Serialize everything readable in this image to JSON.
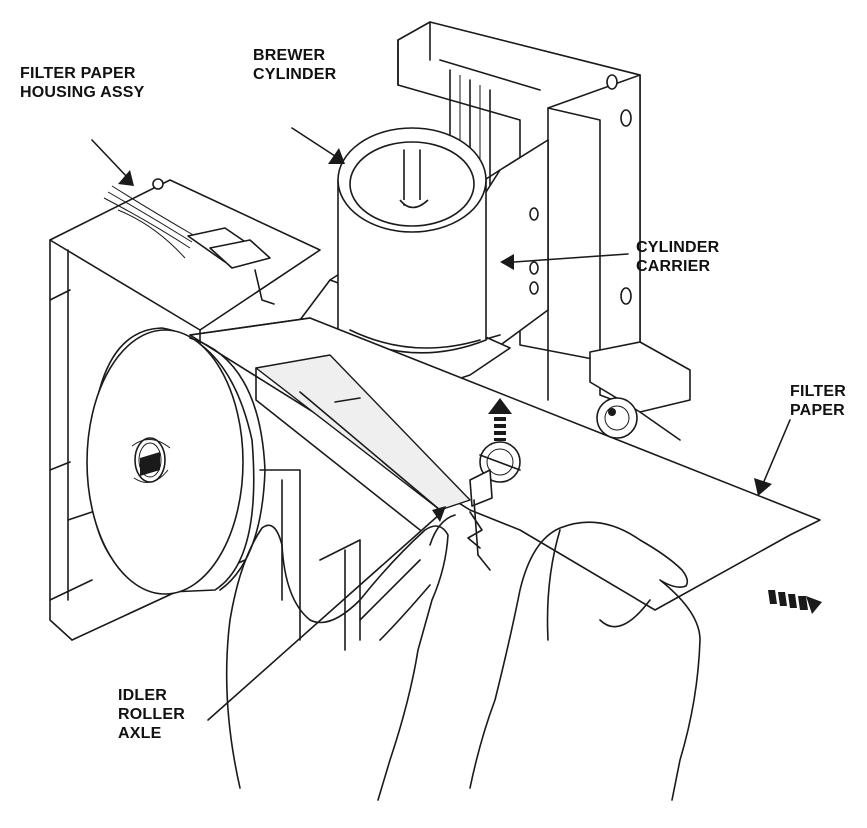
{
  "labels": {
    "filter_paper_housing": [
      "FILTER PAPER",
      "HOUSING ASSY"
    ],
    "brewer_cylinder": [
      "BREWER",
      "CYLINDER"
    ],
    "cylinder_carrier": [
      "CYLINDER",
      "CARRIER"
    ],
    "filter_paper": [
      "FILTER",
      "PAPER"
    ],
    "idler_roller_axle": [
      "IDLER",
      "ROLLER",
      "AXLE"
    ]
  }
}
